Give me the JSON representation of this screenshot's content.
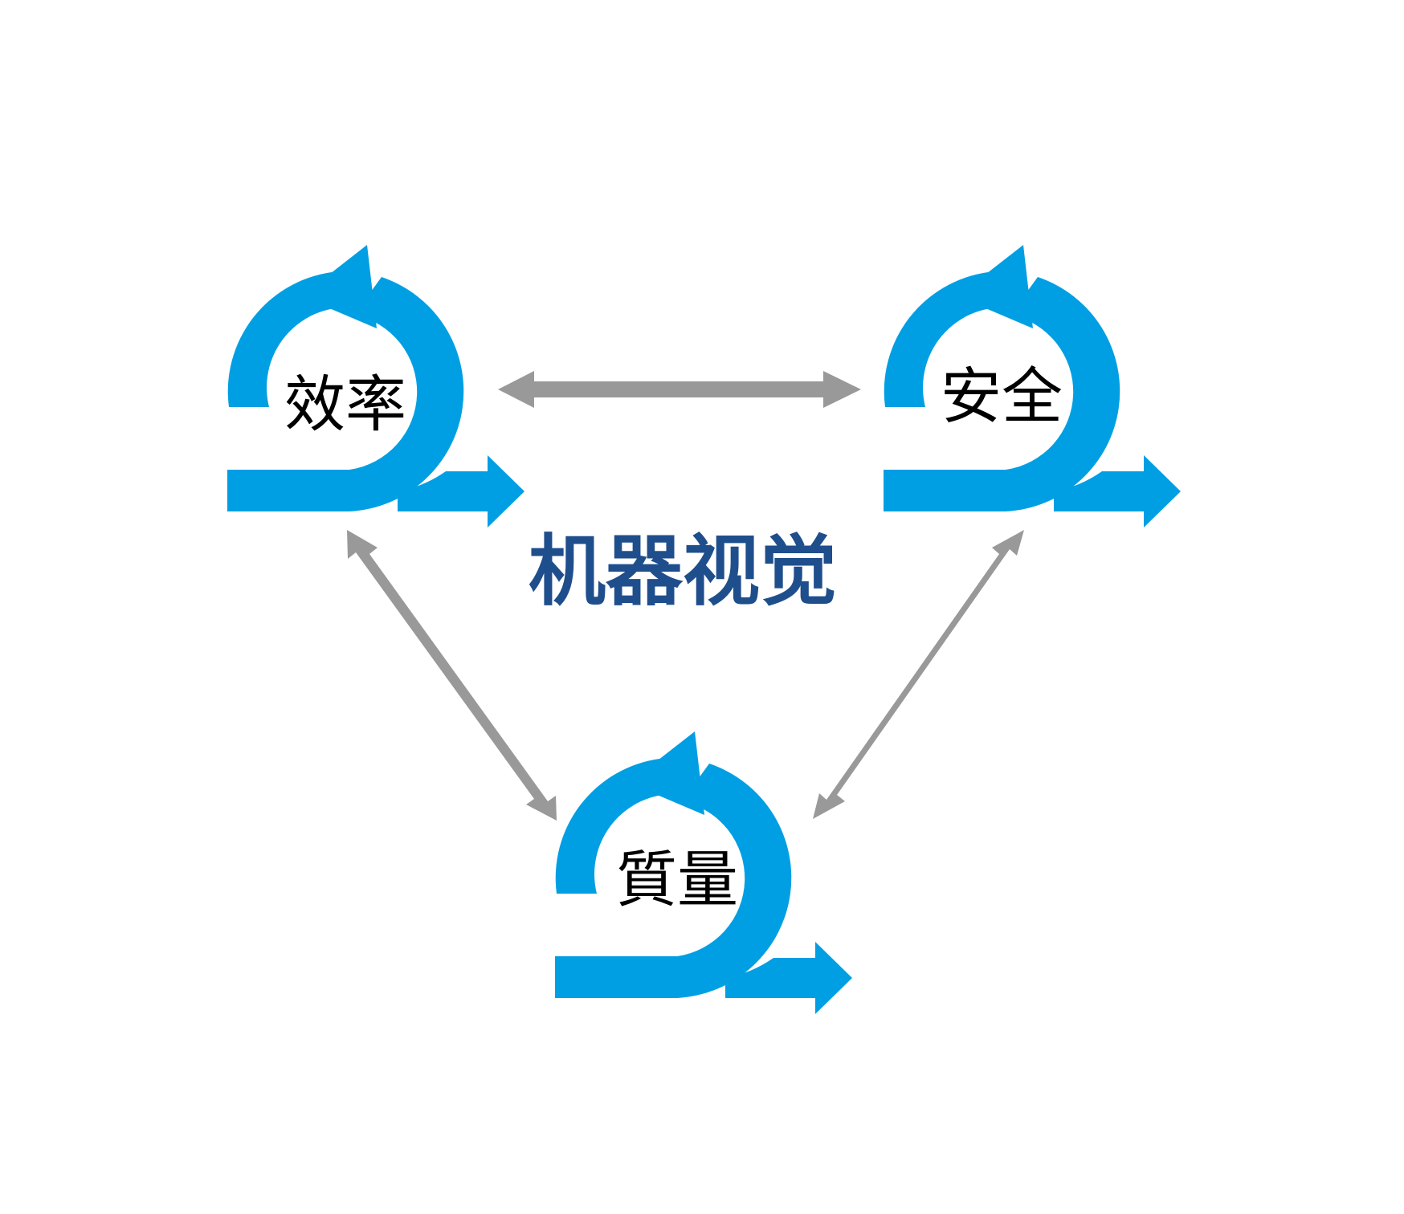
{
  "center_title": "机器视觉",
  "nodes": [
    {
      "id": "efficiency",
      "label": "效率"
    },
    {
      "id": "safety",
      "label": "安全"
    },
    {
      "id": "quality",
      "label": "質量"
    }
  ],
  "colors": {
    "cycle_blue": "#009fe3",
    "connector_gray": "#999999",
    "title_blue": "#1f4e8c",
    "label_black": "#000000",
    "background": "#ffffff"
  },
  "icons": {
    "cycle": "circular-arrow-icon",
    "connector": "double-headed-arrow-icon"
  }
}
